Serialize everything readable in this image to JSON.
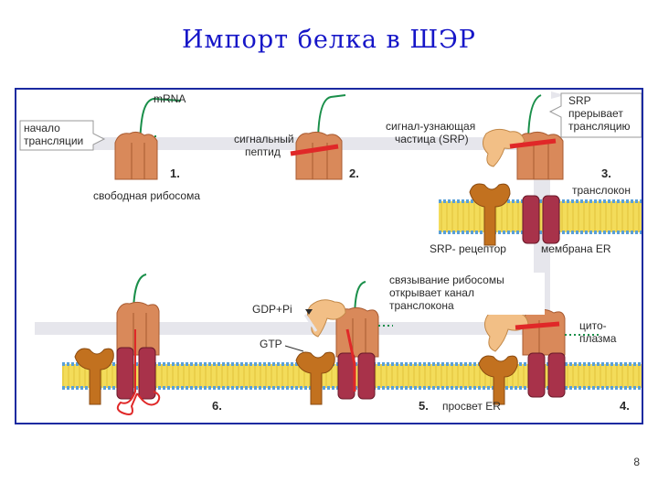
{
  "slide": {
    "title": "Импорт белка в ШЭР",
    "page_number": "8"
  },
  "diagram": {
    "labels": {
      "mrna": "mRNA",
      "start_line1": "начало",
      "start_line2": "трансляции",
      "signal_peptide_line1": "сигнальный",
      "signal_peptide_line2": "пептид",
      "srp_line1": "сигнал-узнающая",
      "srp_line2": "частица (SRP)",
      "srp_stops_line1": "SRP",
      "srp_stops_line2": "прерывает",
      "srp_stops_line3": "трансляцию",
      "free_ribosome": "свободная рибосома",
      "translocon": "транслокон",
      "srp_receptor": "SRP- рецептор",
      "er_membrane": "мембрана ER",
      "binding_line1": "связывание рибосомы",
      "binding_line2": "открывает канал",
      "binding_line3": "транслокона",
      "gdp": "GDP+Pi",
      "gtp": "GTP",
      "cytoplasm_line1": "цито-",
      "cytoplasm_line2": "плазма",
      "er_lumen": "просвет ER"
    },
    "steps": [
      "1.",
      "2.",
      "3.",
      "4.",
      "5.",
      "6."
    ],
    "colors": {
      "ribosome": "#d9895a",
      "srp": "#f2bf86",
      "receptor": "#c2711f",
      "translocon": "#a8324a",
      "signal_peptide": "#e02828",
      "mrna": "#1a8f4a",
      "membrane": "#f0d54a",
      "membrane_edge": "#5aa0d8",
      "arrow": "#e6e6ec"
    }
  }
}
